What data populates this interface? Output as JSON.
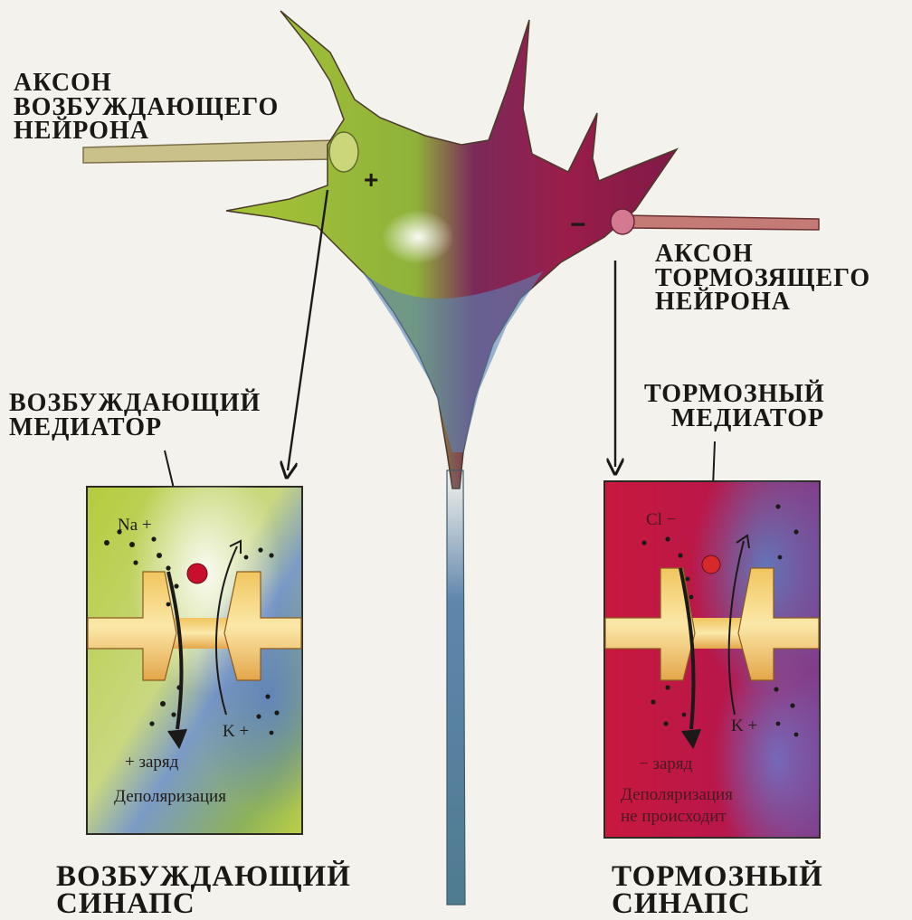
{
  "labels": {
    "excitatory_axon": [
      "АКСОН",
      "ВОЗБУЖДАЮЩЕГО",
      "НЕЙРОНА"
    ],
    "inhibitory_axon": [
      "АКСОН",
      "ТОРМОЗЯЩЕГО",
      "НЕЙРОНА"
    ],
    "excitatory_mediator": [
      "ВОЗБУЖДАЮЩИЙ",
      "МЕДИАТОР"
    ],
    "inhibitory_mediator": [
      "ТОРМОЗНЫЙ",
      "МЕДИАТОР"
    ],
    "excitatory_synapse": [
      "ВОЗБУЖДАЮЩИЙ",
      "СИНАПС"
    ],
    "inhibitory_synapse": [
      "ТОРМОЗНЫЙ",
      "СИНАПС"
    ]
  },
  "signs": {
    "plus": "+",
    "minus": "−"
  },
  "excitatory_box": {
    "ion_in": "Na +",
    "ion_out": "K +",
    "charge": "+ заряд",
    "result": "Деполяризация"
  },
  "inhibitory_box": {
    "ion_in": "Cl −",
    "ion_out": "K +",
    "charge": "− заряд",
    "result_line1": "Деполяризация",
    "result_line2": "не происходит"
  },
  "colors": {
    "excitatory": "#a9c83a",
    "inhibitory": "#b0153a",
    "blue": "#5a7fb5",
    "membrane": "#e9b450",
    "mediator_dot": "#c8102e"
  }
}
